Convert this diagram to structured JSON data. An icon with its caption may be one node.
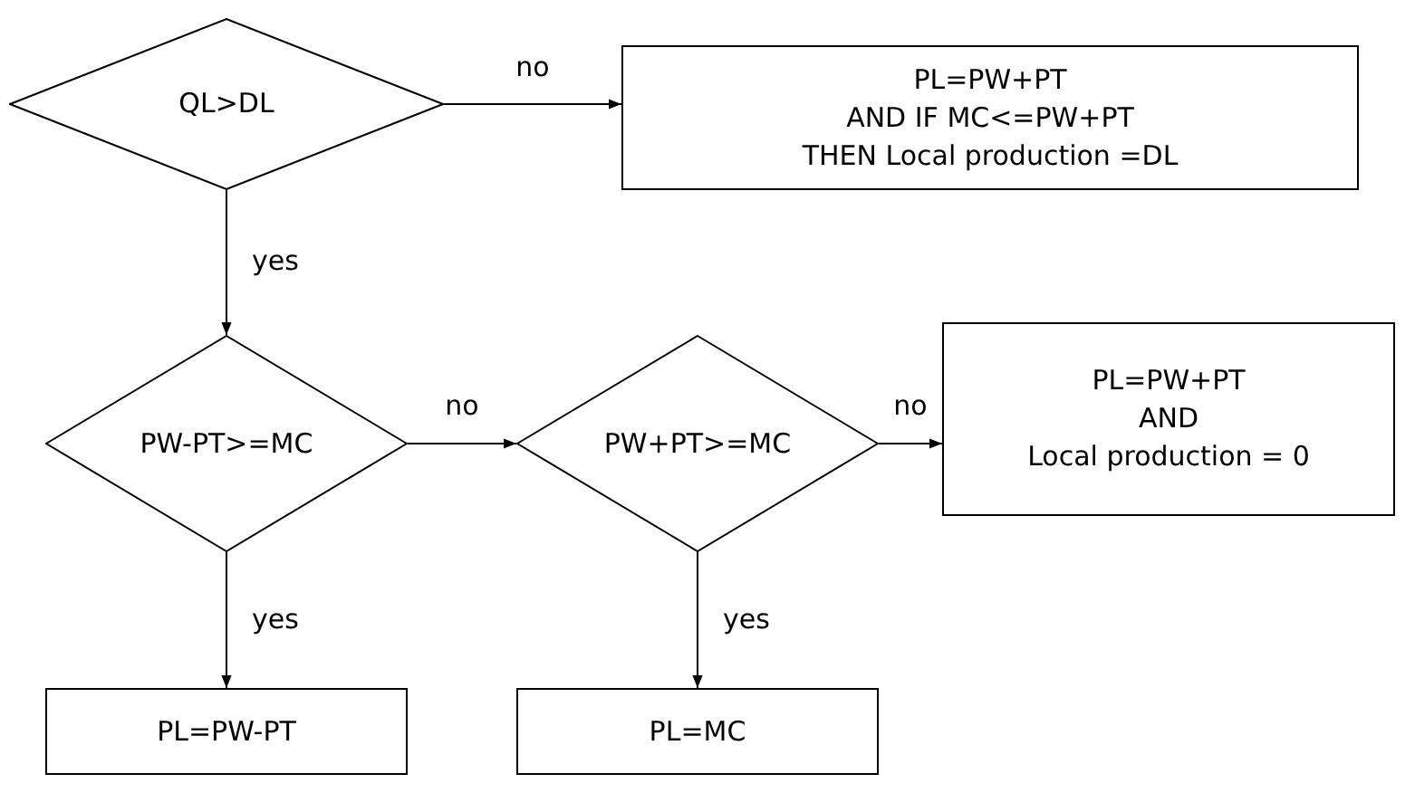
{
  "diagram": {
    "nodes": [
      {
        "text": [
          "QL>DL"
        ]
      },
      {
        "text": [
          "PL=PW+PT AND IF MC<=PW+PT THEN Local production =DL"
        ]
      },
      {
        "text": [
          "PW-PT>=MC"
        ]
      },
      {
        "text": [
          "PW+PT>=MC"
        ]
      },
      {
        "text": [
          "PL=PW+PT AND Local production = 0"
        ]
      },
      {
        "text": [
          "PL=PW-PT"
        ]
      },
      {
        "text": [
          "PL=MC"
        ]
      }
    ],
    "edges": [
      {
        "from": 0,
        "to": 1,
        "arrow": "to",
        "label": "no"
      },
      {
        "from": 0,
        "to": 2,
        "arrow": "to",
        "label": "yes"
      },
      {
        "from": 2,
        "to": 3,
        "arrow": "to",
        "label": "no"
      },
      {
        "from": 3,
        "to": 4,
        "arrow": "to",
        "label": "no"
      },
      {
        "from": 2,
        "to": 5,
        "arrow": "to",
        "label": "yes"
      },
      {
        "from": 3,
        "to": 6,
        "arrow": "to",
        "label": "yes"
      }
    ]
  }
}
